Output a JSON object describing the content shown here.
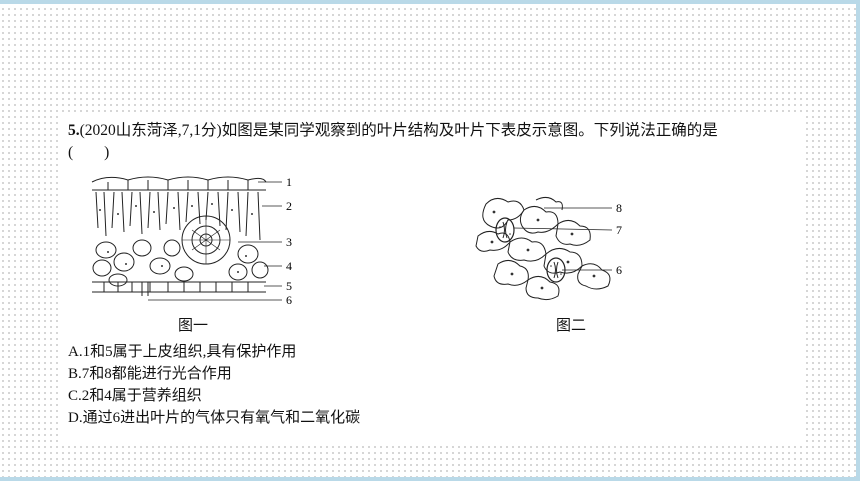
{
  "question": {
    "number": "5.",
    "text": "(2020山东菏泽,7,1分)如图是某同学观察到的叶片结构及叶片下表皮示意图。下列说法正确的是",
    "blank": "(　　)"
  },
  "figure1": {
    "caption": "图一",
    "labels": [
      "1",
      "2",
      "3",
      "4",
      "5",
      "6"
    ]
  },
  "figure2": {
    "caption": "图二",
    "labels": [
      "8",
      "7",
      "6"
    ]
  },
  "options": [
    "A.1和5属于上皮组织,具有保护作用",
    "B.7和8都能进行光合作用",
    "C.2和4属于营养组织",
    "D.通过6进出叶片的气体只有氧气和二氧化碳"
  ]
}
